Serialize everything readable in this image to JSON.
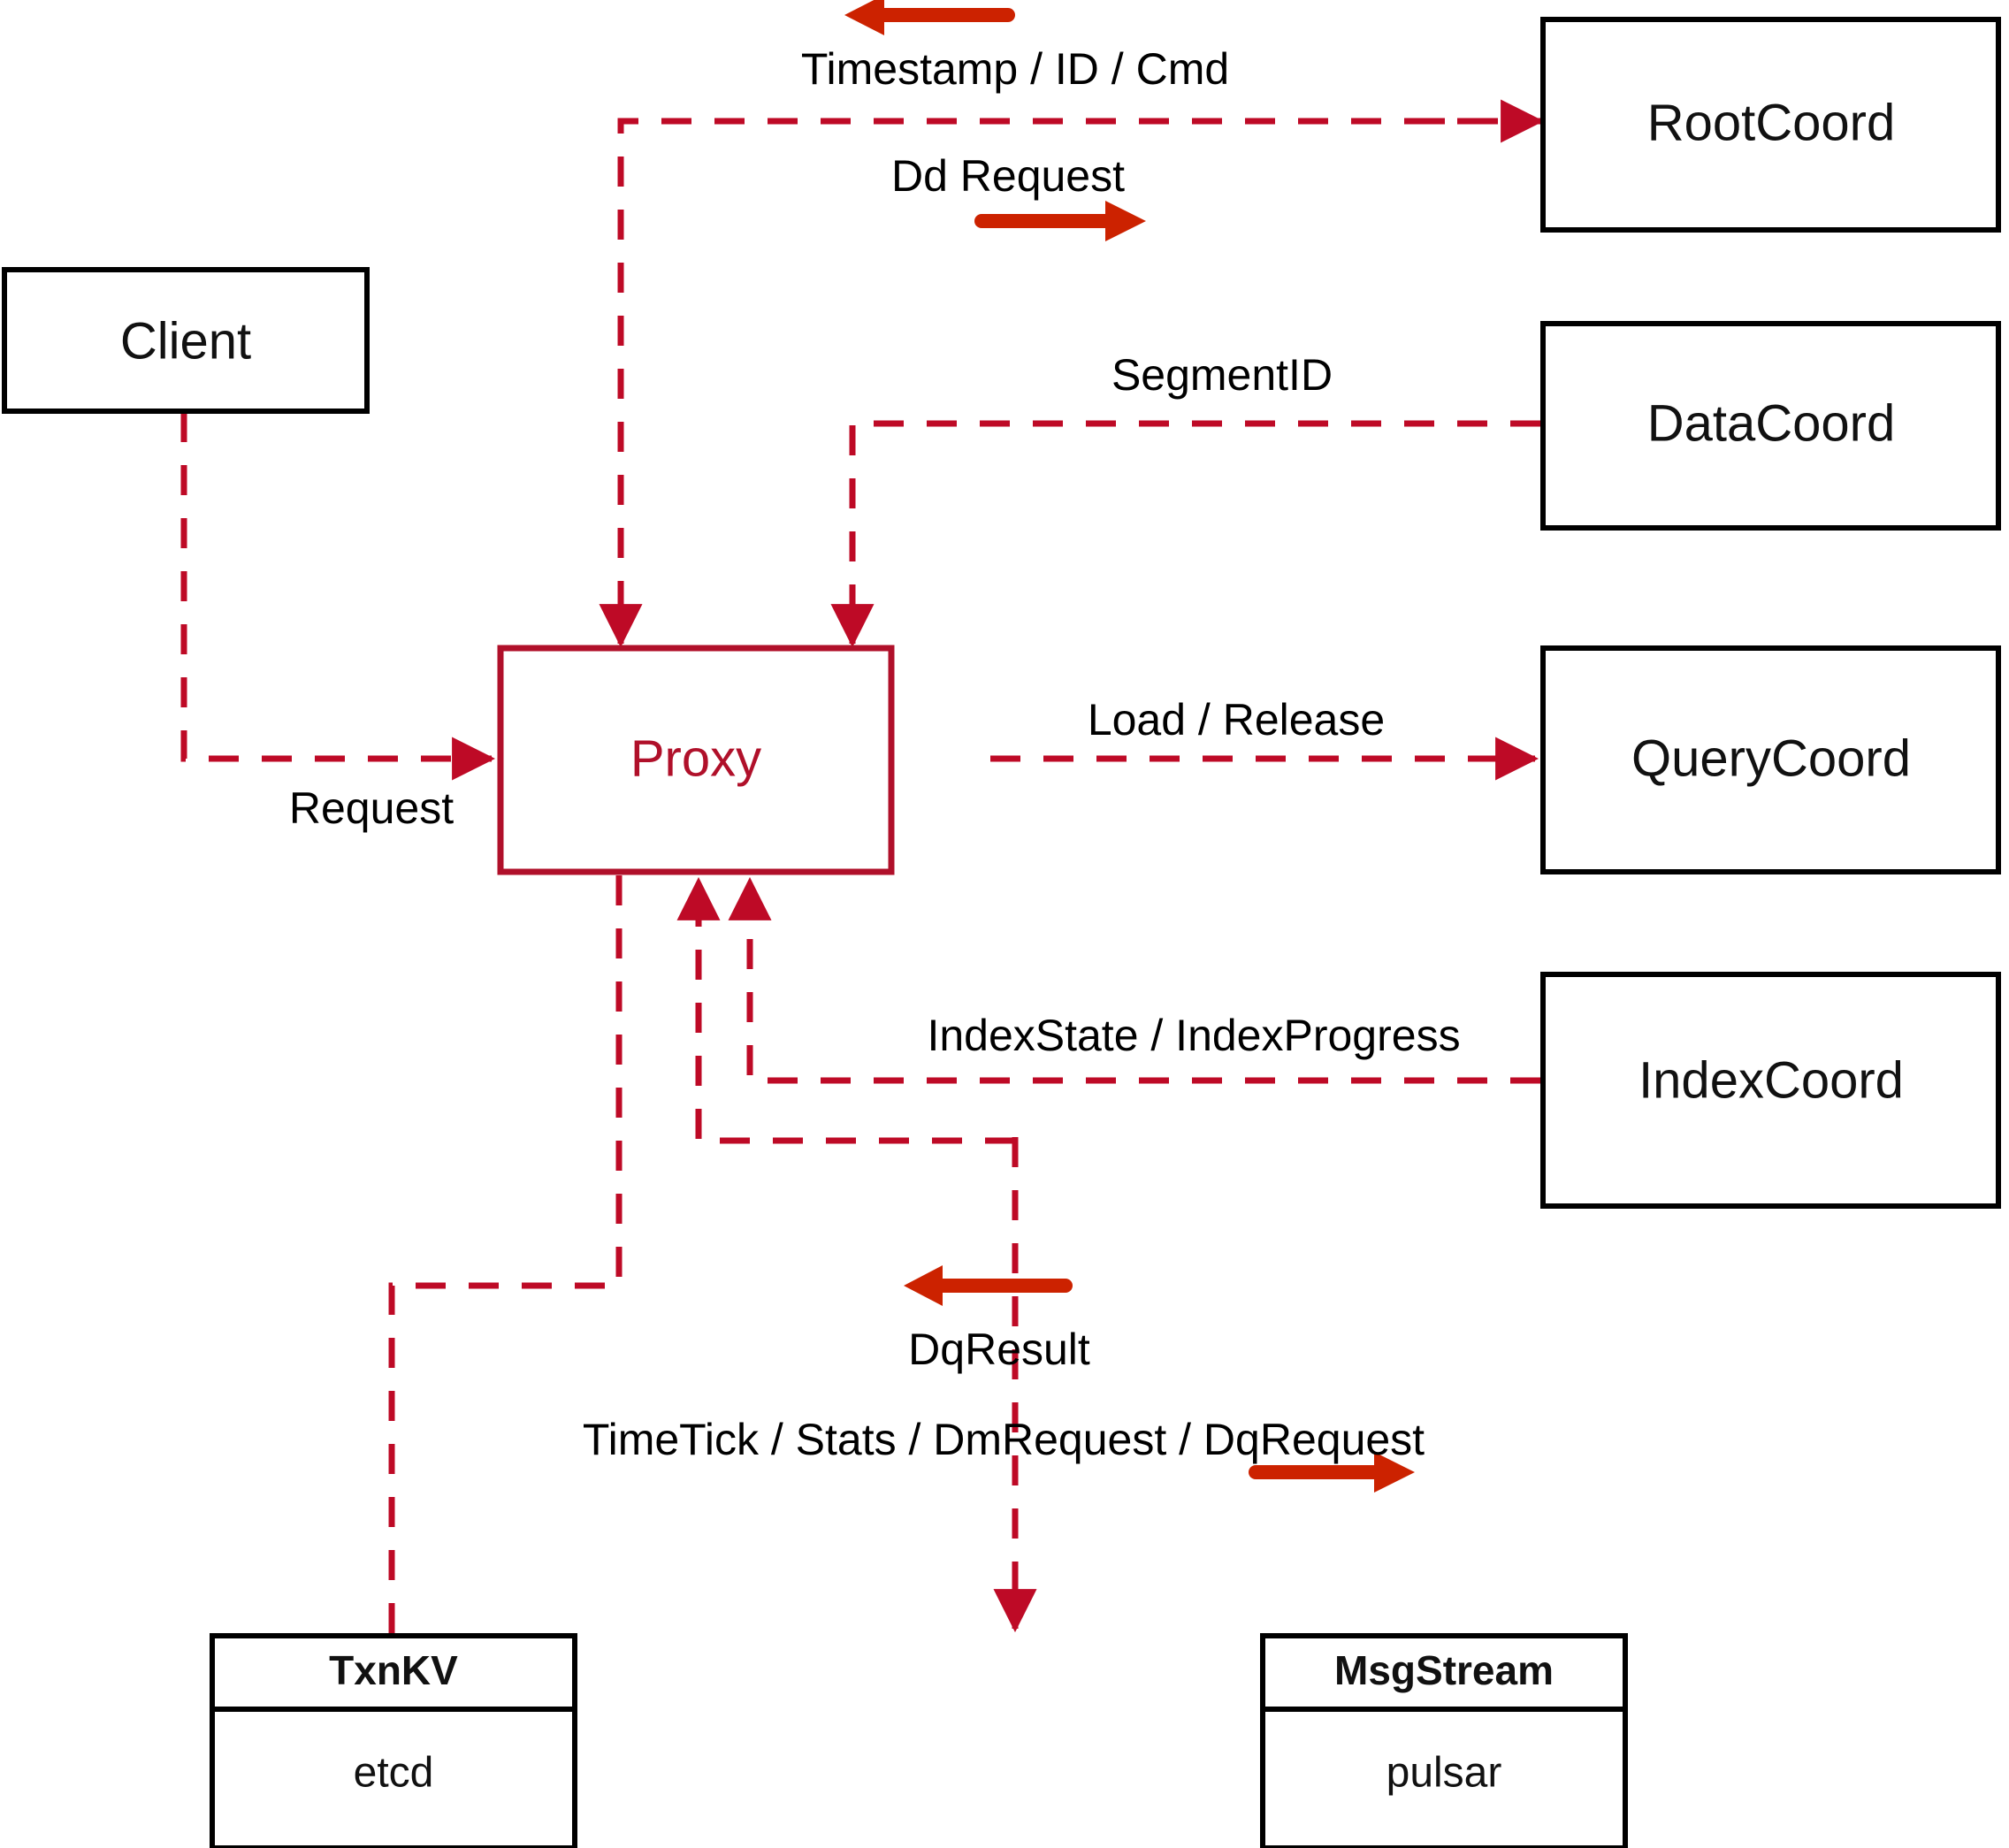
{
  "diagram": {
    "title": "Milvus Proxy component interaction diagram",
    "colors": {
      "flow_line": "#BE0A26",
      "bold_arrow": "#CC2200",
      "accent_node": "#B0102A",
      "node_border": "#000000",
      "background": "#ffffff"
    }
  },
  "nodes": {
    "client": {
      "label": "Client"
    },
    "proxy": {
      "label": "Proxy"
    },
    "root_coord": {
      "label": "RootCoord"
    },
    "data_coord": {
      "label": "DataCoord"
    },
    "query_coord": {
      "label": "QueryCoord"
    },
    "index_coord": {
      "label": "IndexCoord"
    },
    "txnkv": {
      "header": "TxnKV",
      "body": "etcd"
    },
    "msgstream": {
      "header": "MsgStream",
      "body": "pulsar"
    }
  },
  "edges": {
    "timestamp_id_cmd": {
      "label": "Timestamp / ID / Cmd",
      "direction": "left"
    },
    "dd_request": {
      "label": "Dd Request",
      "direction": "right"
    },
    "segment_id": {
      "label": "SegmentID",
      "direction": "left"
    },
    "load_release": {
      "label": "Load / Release",
      "direction": "right"
    },
    "index_state": {
      "label": "IndexState / IndexProgress",
      "direction": "left"
    },
    "request": {
      "label": "Request",
      "direction": "right"
    },
    "dq_result": {
      "label": "DqResult",
      "direction": "left"
    },
    "timetick_stats": {
      "label": "TimeTick / Stats / DmRequest / DqRequest",
      "direction": "right"
    }
  }
}
